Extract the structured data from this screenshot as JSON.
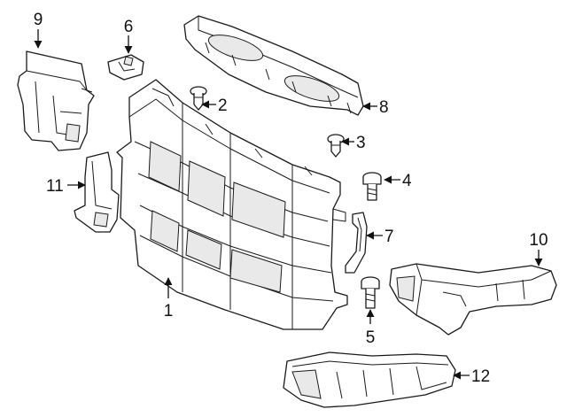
{
  "callouts": [
    {
      "id": "callout-1",
      "label": "1"
    },
    {
      "id": "callout-2",
      "label": "2"
    },
    {
      "id": "callout-3",
      "label": "3"
    },
    {
      "id": "callout-4",
      "label": "4"
    },
    {
      "id": "callout-5",
      "label": "5"
    },
    {
      "id": "callout-6",
      "label": "6"
    },
    {
      "id": "callout-7",
      "label": "7"
    },
    {
      "id": "callout-8",
      "label": "8"
    },
    {
      "id": "callout-9",
      "label": "9"
    },
    {
      "id": "callout-10",
      "label": "10"
    },
    {
      "id": "callout-11",
      "label": "11"
    },
    {
      "id": "callout-12",
      "label": "12"
    }
  ],
  "colors": {
    "line": "#1a1a1a",
    "background": "#ffffff"
  }
}
